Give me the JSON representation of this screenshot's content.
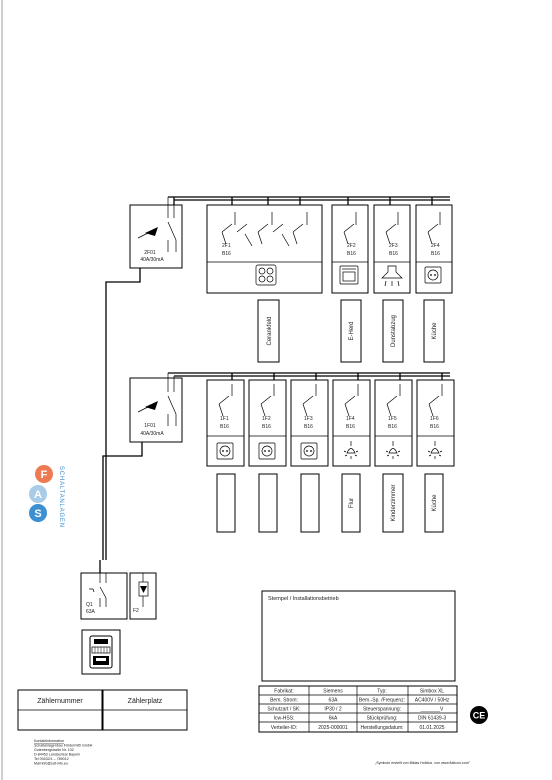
{
  "rcd_upper": {
    "id": "2F01",
    "rating": "40A/30mA"
  },
  "rcd_lower": {
    "id": "1F01",
    "rating": "40A/30mA"
  },
  "breakers_upper": [
    {
      "id": "2F1",
      "rating": "B16",
      "label": "Cerankfeld",
      "icon": "cooktop-icon"
    },
    {
      "id": "2F2",
      "rating": "B16",
      "label": "E-Herd",
      "icon": "oven-icon"
    },
    {
      "id": "2F3",
      "rating": "B16",
      "label": "Dunstabzug",
      "icon": "range-hood-icon"
    },
    {
      "id": "2F4",
      "rating": "B16",
      "label": "Küche",
      "icon": "socket-icon"
    }
  ],
  "breakers_lower": [
    {
      "id": "1F1",
      "rating": "B16",
      "label": "",
      "icon": "socket-icon"
    },
    {
      "id": "1F2",
      "rating": "B16",
      "label": "",
      "icon": "socket-icon"
    },
    {
      "id": "1F3",
      "rating": "B16",
      "label": "",
      "icon": "socket-icon"
    },
    {
      "id": "1F4",
      "rating": "B16",
      "label": "Flur",
      "icon": "lamp-icon"
    },
    {
      "id": "1F5",
      "rating": "B16",
      "label": "Kinderzimmer",
      "icon": "lamp-icon"
    },
    {
      "id": "1F6",
      "rating": "B16",
      "label": "Küche",
      "icon": "lamp-icon"
    }
  ],
  "main_switch": {
    "id": "Q1",
    "rating": "63A"
  },
  "fuse": {
    "id": "F2"
  },
  "logo": {
    "letters": [
      "S",
      "A",
      "F"
    ],
    "text": "SCHALTANLAGEN"
  },
  "meter_fields": {
    "left": "Zählernummer",
    "right": "Zählerplatz"
  },
  "stamp": {
    "title": "Stempel / Installationsbetrieb"
  },
  "info_table": {
    "left": [
      [
        "Fabrikat:",
        "Siemens"
      ],
      [
        "Bem. Strom:",
        "63A"
      ],
      [
        "Schutzart / SK:",
        "IP30 / 2"
      ],
      [
        "Icw-HSS:",
        "6kA"
      ],
      [
        "Verteiler-ID:",
        "2025-000001"
      ]
    ],
    "right": [
      [
        "Typ:",
        "Simbox XL"
      ],
      [
        "Bem.-Sp. /Frequenz:",
        "AC400V / 50Hz"
      ],
      [
        "Steuerspannung:",
        "_______V"
      ],
      [
        "Stückprüfung:",
        "DIN 61439-3"
      ],
      [
        "Herstellungsdatum:",
        "01.01.2025"
      ]
    ]
  },
  "ce_mark": "CE",
  "company": [
    "Kontaktinformation",
    "Schaltanlagenbau Fördermittl GmbH",
    "Gutenbergstraße Nr. 102",
    "D-84453 Landau/Isar Bayern",
    "Tel 09432/1 – 789012",
    "Mail info@saf-info.eu"
  ],
  "footer_note": "„Symbole erstellt von Biklas Holidus. von www.flaticon.com\"",
  "colors": {
    "logo_blue": "#3c8fd0",
    "logo_orange": "#ee7a54",
    "logo_lightblue": "#a8cbe8"
  }
}
